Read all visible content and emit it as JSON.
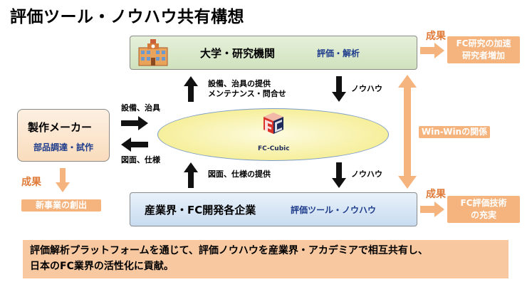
{
  "title": "評価ツール・ノウハウ共有構想",
  "university": {
    "main": "大学・研究機関",
    "sub": "評価・解析"
  },
  "industry": {
    "main": "産業界・FC開発各企業",
    "sub": "評価ツール・ノウハウ"
  },
  "maker": {
    "main": "製作メーカー",
    "sub": "部品調達・試作"
  },
  "center": {
    "logo_text": "FC-Cubic"
  },
  "flows": {
    "univ_up_line1": "設備、治具の提供",
    "univ_up_line2": "メンテナンス・問合せ",
    "univ_down": "ノウハウ",
    "ind_up": "図面、仕様の提供",
    "ind_down": "ノウハウ",
    "maker_in": "設備、治具",
    "maker_out": "図面、仕様"
  },
  "results": {
    "label": "成果",
    "univ": [
      "FC研究の加速",
      "研究者増加"
    ],
    "ind": [
      "FC評価技術",
      "の充実"
    ],
    "maker": "新事業の創出"
  },
  "winwin": "Win-Winの関係",
  "bottom": {
    "line1": "評価解析プラットフォームを通じて、評価ノウハウを産業界・アカデミアで相互共有し、",
    "line2": "日本のFC業界の活性化に貢献。"
  },
  "colors": {
    "accent_orange": "#e07a38",
    "arrow_orange": "#f5b37d",
    "navy": "#1f3d8c"
  },
  "icons": [
    "school-building-icon",
    "fc-cubic-logo-icon"
  ]
}
